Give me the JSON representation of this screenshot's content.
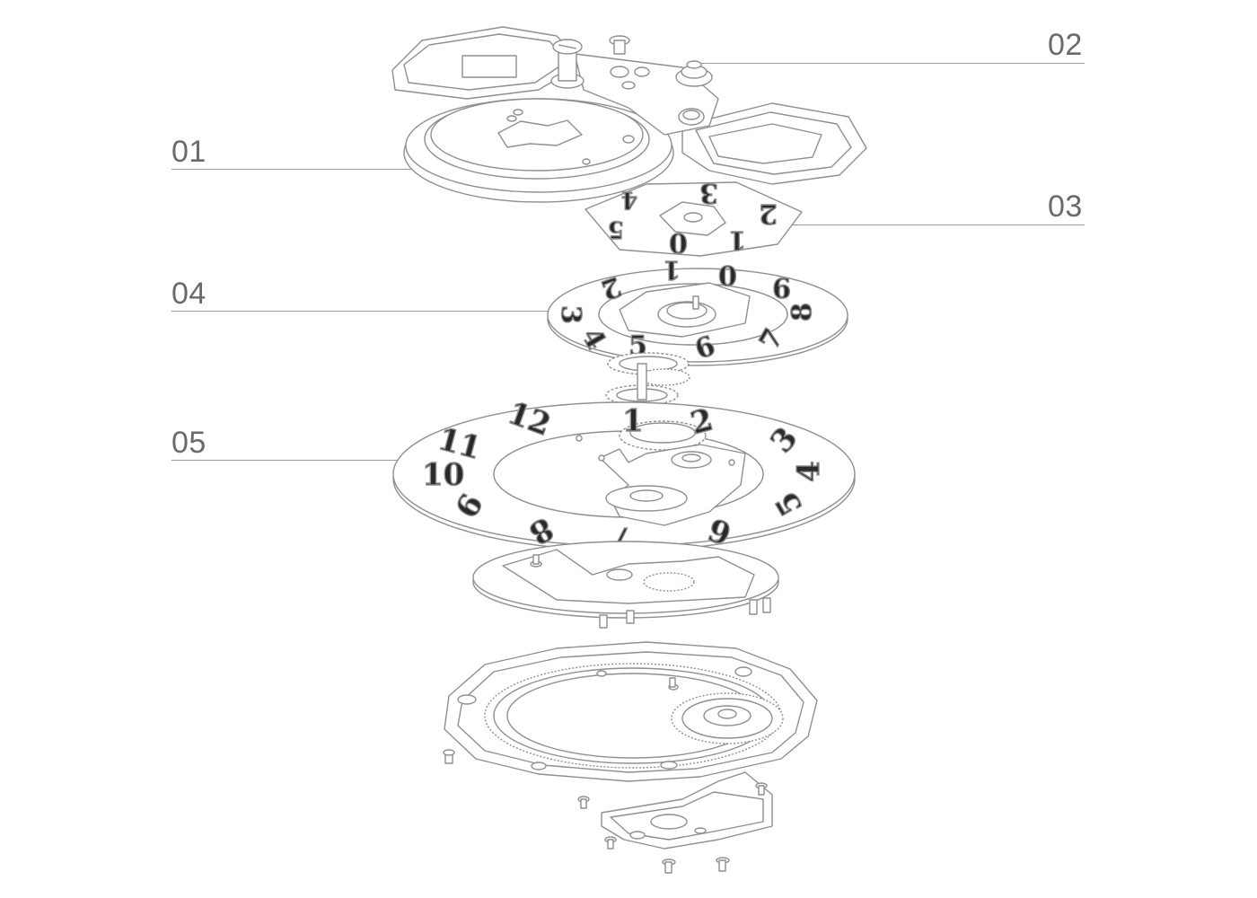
{
  "colors": {
    "line": "#8f8f8f",
    "part_fill": "#ffffff",
    "text": "#6a6a6a",
    "numeral": "#2a2a2a"
  },
  "callouts": [
    {
      "id": "01",
      "label": "01"
    },
    {
      "id": "02",
      "label": "02"
    },
    {
      "id": "03",
      "label": "03"
    },
    {
      "id": "04",
      "label": "04"
    },
    {
      "id": "05",
      "label": "05"
    }
  ],
  "disc_03_numerals": [
    "0",
    "1",
    "2",
    "3",
    "4",
    "5"
  ],
  "disc_04_numerals": [
    "0",
    "1",
    "2",
    "3",
    "4",
    "5",
    "6",
    "7",
    "8",
    "9"
  ],
  "disc_05_numerals": [
    "1",
    "2",
    "3",
    "4",
    "5",
    "6",
    "7",
    "8",
    "9",
    "10",
    "11",
    "12"
  ]
}
